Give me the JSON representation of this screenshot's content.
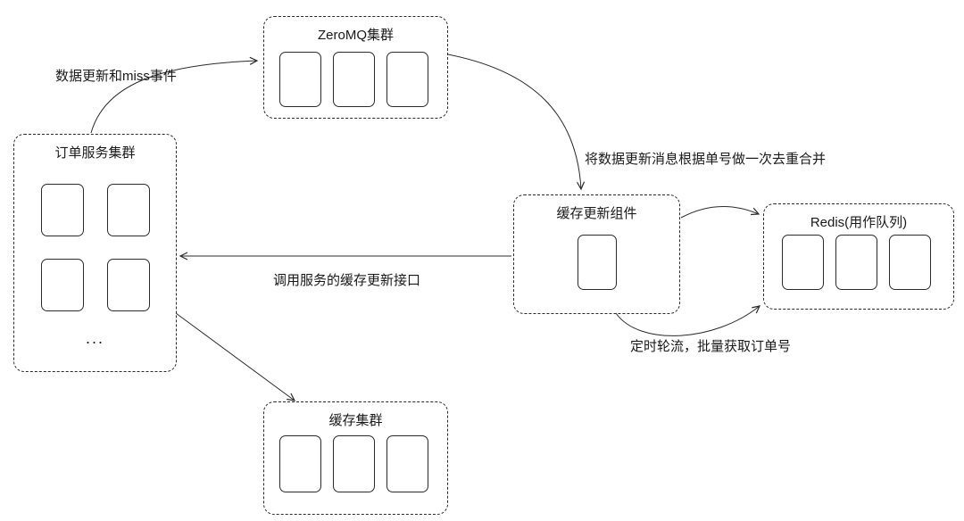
{
  "diagram": {
    "nodes": {
      "order_service": {
        "title": "订单服务集群",
        "ellipsis": "...",
        "unit_count": 4
      },
      "zeromq": {
        "title": "ZeroMQ集群",
        "unit_count": 3
      },
      "cache_updater": {
        "title": "缓存更新组件",
        "unit_count": 1
      },
      "redis": {
        "title": "Redis(用作队列)",
        "unit_count": 3
      },
      "cache_cluster": {
        "title": "缓存集群",
        "unit_count": 3
      }
    },
    "edge_labels": {
      "update_and_miss_events": "数据更新和miss事件",
      "dedupe_merge_by_order_no": "将数据更新消息根据单号做一次去重合并",
      "call_cache_update_api": "调用服务的缓存更新接口",
      "poll_batch_fetch_order_no": "定时轮流，批量获取订单号"
    },
    "colors": {
      "stroke": "#2b2b2b",
      "background": "#ffffff"
    }
  }
}
